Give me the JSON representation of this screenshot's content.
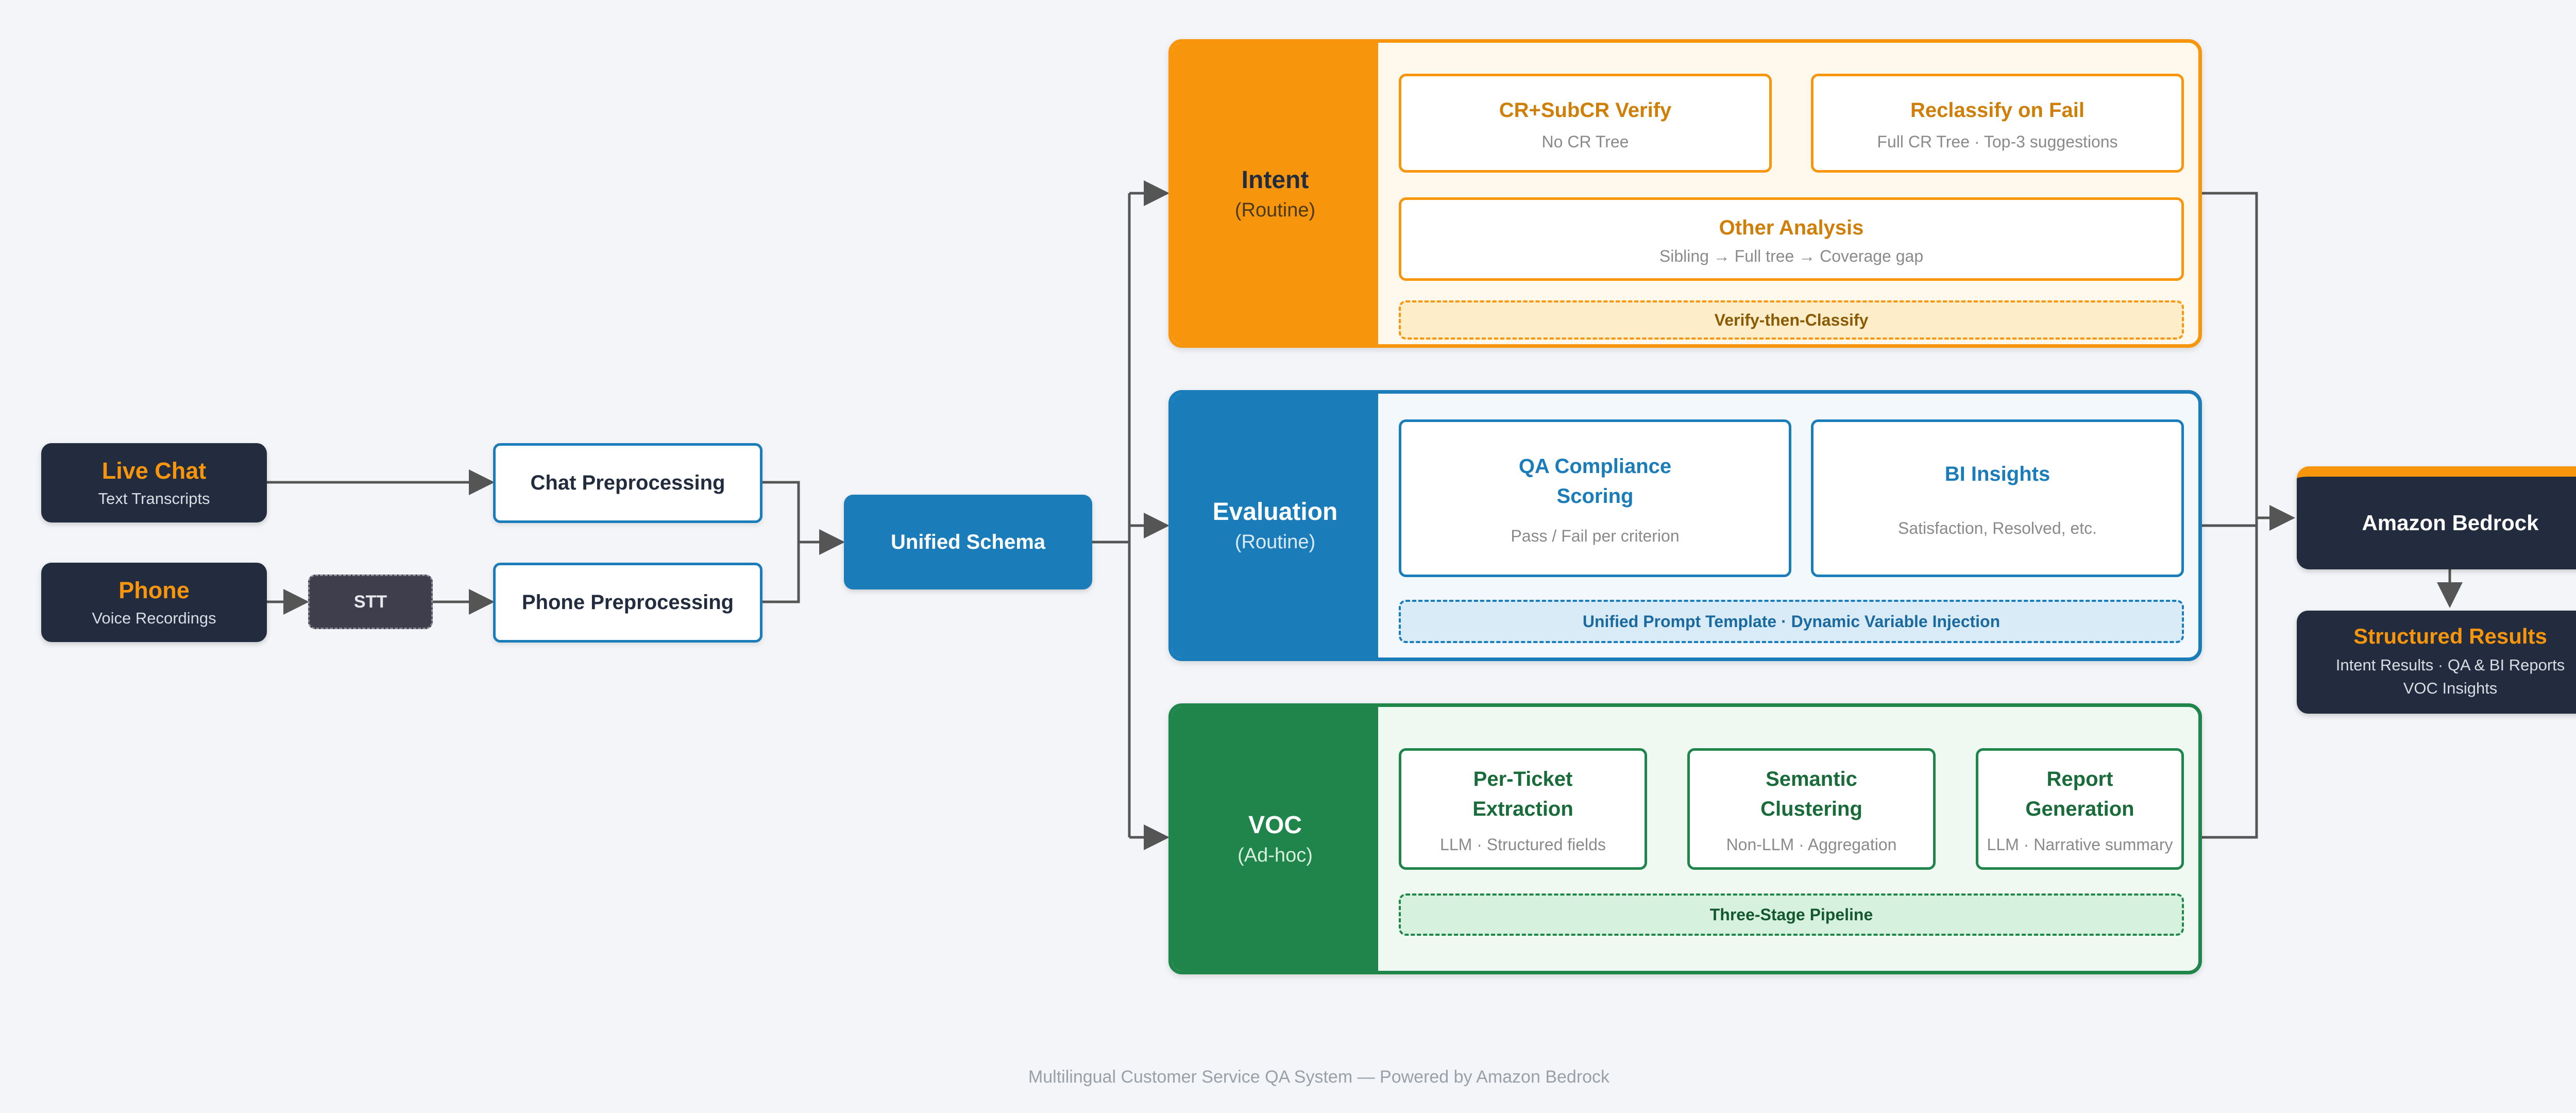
{
  "sources": {
    "live_chat": {
      "title": "Live Chat",
      "subtitle": "Text Transcripts"
    },
    "phone": {
      "title": "Phone",
      "subtitle": "Voice Recordings"
    },
    "stt": "STT"
  },
  "preprocessing": {
    "chat": "Chat Preprocessing",
    "phone": "Phone Preprocessing"
  },
  "unified_schema": "Unified Schema",
  "panels": {
    "intent": {
      "title": "Intent",
      "mode": "(Routine)",
      "cards": [
        {
          "title": "CR+SubCR Verify",
          "subtitle": "No CR Tree"
        },
        {
          "title": "Reclassify on Fail",
          "subtitle": "Full CR Tree · Top-3 suggestions"
        },
        {
          "title": "Other Analysis",
          "subtitle": "Sibling → Full tree → Coverage gap"
        }
      ],
      "note": "Verify-then-Classify"
    },
    "evaluation": {
      "title": "Evaluation",
      "mode": "(Routine)",
      "cards": [
        {
          "title_line1": "QA Compliance",
          "title_line2": "Scoring",
          "subtitle": "Pass / Fail per criterion"
        },
        {
          "title": "BI Insights",
          "subtitle": "Satisfaction, Resolved, etc."
        }
      ],
      "note": "Unified Prompt Template · Dynamic Variable Injection"
    },
    "voc": {
      "title": "VOC",
      "mode": "(Ad-hoc)",
      "cards": [
        {
          "title_line1": "Per-Ticket",
          "title_line2": "Extraction",
          "subtitle": "LLM · Structured fields"
        },
        {
          "title_line1": "Semantic",
          "title_line2": "Clustering",
          "subtitle": "Non-LLM · Aggregation"
        },
        {
          "title_line1": "Report",
          "title_line2": "Generation",
          "subtitle": "LLM · Narrative summary"
        }
      ],
      "note": "Three-Stage Pipeline"
    }
  },
  "bedrock": "Amazon Bedrock",
  "results": {
    "title": "Structured Results",
    "line1": "Intent Results · QA & BI Reports",
    "line2": "VOC Insights"
  },
  "footer": "Multilingual Customer Service QA System — Powered by Amazon Bedrock",
  "colors": {
    "orange": "#f7960d",
    "blue": "#1a7cb8",
    "green": "#1f854a",
    "navy": "#232c3e",
    "background": "#f3f5f8"
  }
}
